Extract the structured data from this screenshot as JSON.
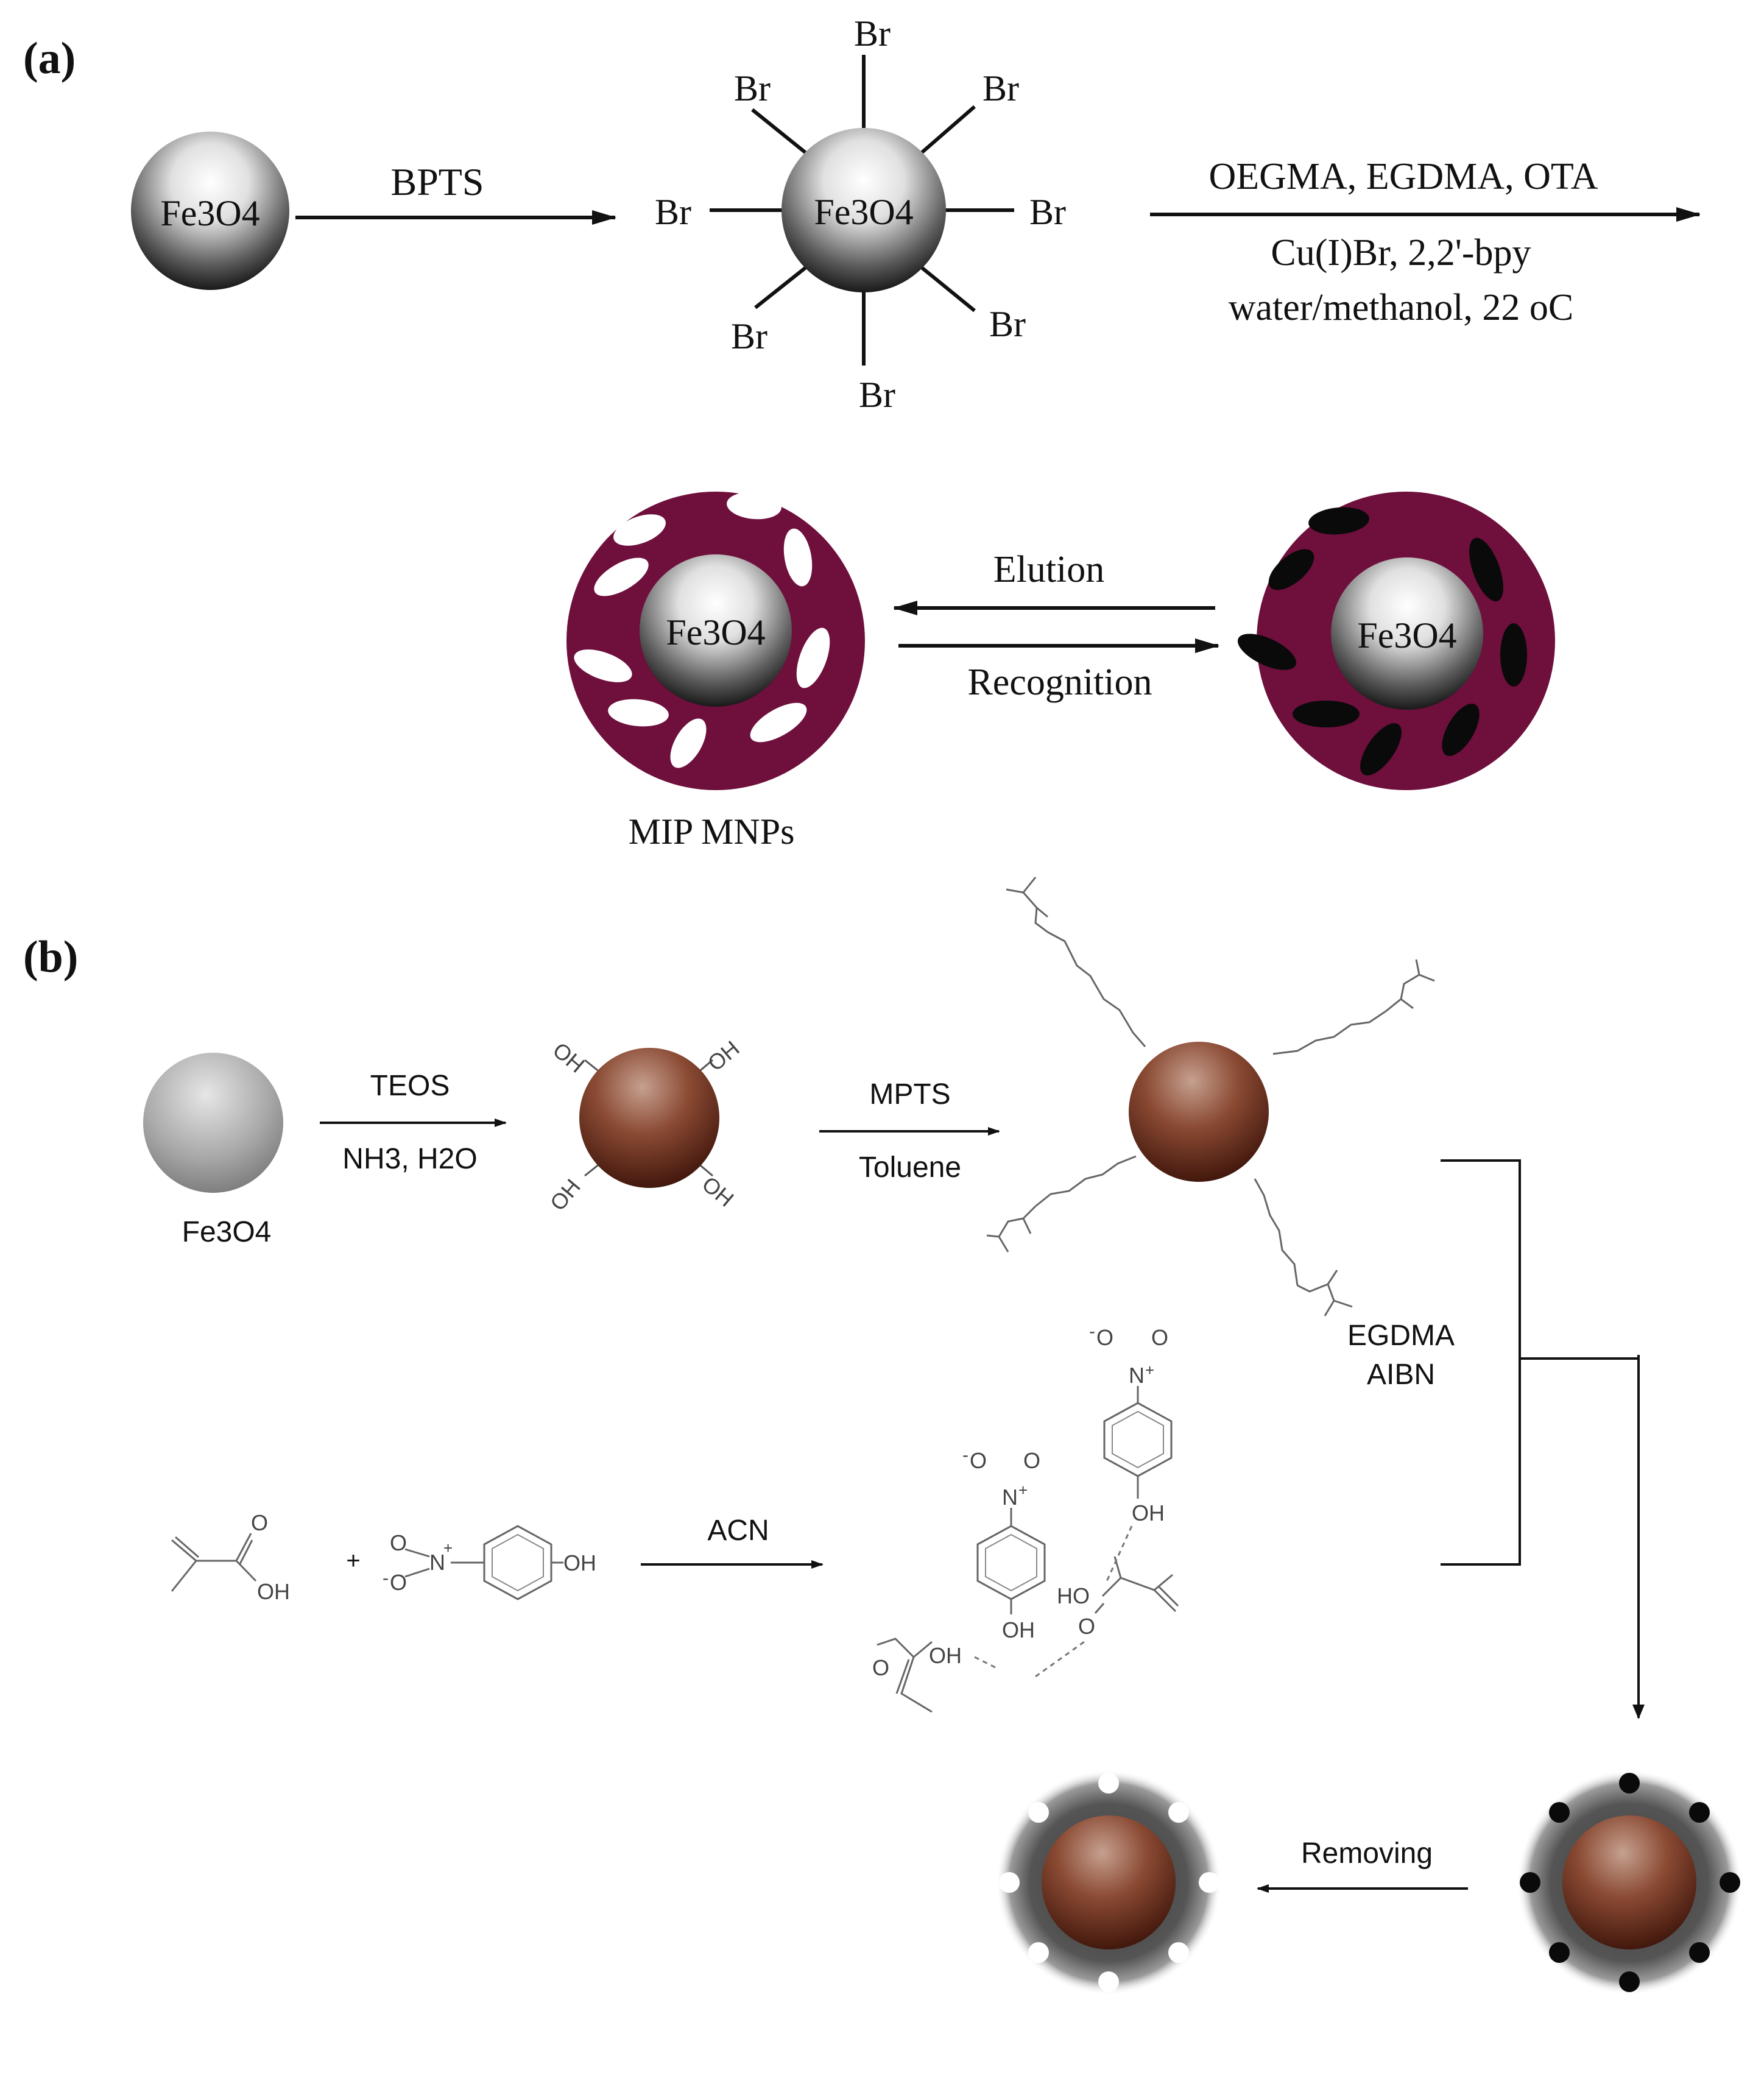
{
  "panel_a": {
    "label": "(a)",
    "core_text": "Fe3O4",
    "bromine": "Br",
    "step1": {
      "reagent": "BPTS"
    },
    "step2": {
      "reagents": "OEGMA, EGDMA, OTA",
      "catalyst": "Cu(I)Br, 2,2'-bpy",
      "conditions": "water/methanol, 22 oC"
    },
    "equilibrium": {
      "forward": "Elution",
      "reverse": "Recognition"
    },
    "product_label": "MIP MNPs"
  },
  "panel_b": {
    "label": "(b)",
    "core_text": "Fe3O4",
    "hydroxyl": "OH",
    "step1": {
      "reagent": "TEOS",
      "conditions": "NH3, H2O"
    },
    "step2": {
      "reagent": "MPTS",
      "solvent": "Toluene"
    },
    "crosslink": {
      "reagent1": "EGDMA",
      "reagent2": "AIBN"
    },
    "complexation": {
      "plus": "+",
      "solvent": "ACN",
      "nitro_n": "N",
      "nitro_charge": "+",
      "oxygen": "O",
      "oxide_charge": "-",
      "hydroxy": "HO"
    },
    "removal": {
      "label": "Removing"
    }
  },
  "colors": {
    "mip_shell": "#6e0f3c",
    "template_dark": "#0a0a0a",
    "cavity": "#ffffff",
    "silica_core": "#5a2513",
    "gray_core": "#888888"
  }
}
